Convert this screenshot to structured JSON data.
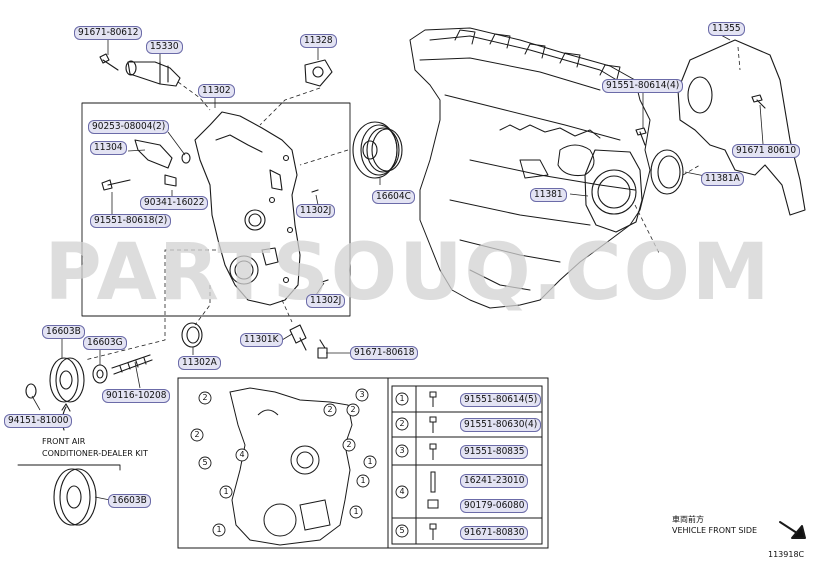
{
  "watermark": "PARTSOUQ.COM",
  "callouts": {
    "p91671_80612": "91671-80612",
    "p15330": "15330",
    "p11328": "11328",
    "p11302": "11302",
    "p90253": "90253-08004(2)",
    "p11304": "11304",
    "p90341": "90341-16022",
    "p91551_80618": "91551-80618(2)",
    "p11302J_a": "11302J",
    "p11302J_b": "11302J",
    "p16604C": "16604C",
    "p11355": "11355",
    "p91551_80614": "91551-80614(4)",
    "p91671_80610": "91671 80610",
    "p11381A": "11381A",
    "p11381": "11381",
    "p16603B_top": "16603B",
    "p16603G": "16603G",
    "p90116": "90116-10208",
    "p94151": "94151-81000",
    "p11302A": "11302A",
    "p11301K": "11301K",
    "p91671_80618": "91671-80618",
    "p16603B_bot": "16603B"
  },
  "kit_note": [
    "FRONT AIR",
    "CONDITIONER-DEALER KIT"
  ],
  "bolt_table": [
    {
      "key": "1",
      "parts": [
        "91551-80614(5)"
      ]
    },
    {
      "key": "2",
      "parts": [
        "91551-80630(4)"
      ]
    },
    {
      "key": "3",
      "parts": [
        "91551-80835"
      ]
    },
    {
      "key": "4",
      "parts": [
        "16241-23010",
        "90179-06080"
      ]
    },
    {
      "key": "5",
      "parts": [
        "91671-80830"
      ]
    }
  ],
  "vehicle_front": {
    "jp": "車両前方",
    "en": "VEHICLE FRONT SIDE"
  },
  "figure_ref": "113918C",
  "detail_markers": {
    "m2a": "2",
    "m2b": "2",
    "m2c": "2",
    "m2d": "2",
    "m2e": "2",
    "m3": "3",
    "m1a": "1",
    "m1b": "1",
    "m1c": "1",
    "m1d": "1",
    "m1e": "1",
    "m4": "4",
    "m5": "5"
  }
}
